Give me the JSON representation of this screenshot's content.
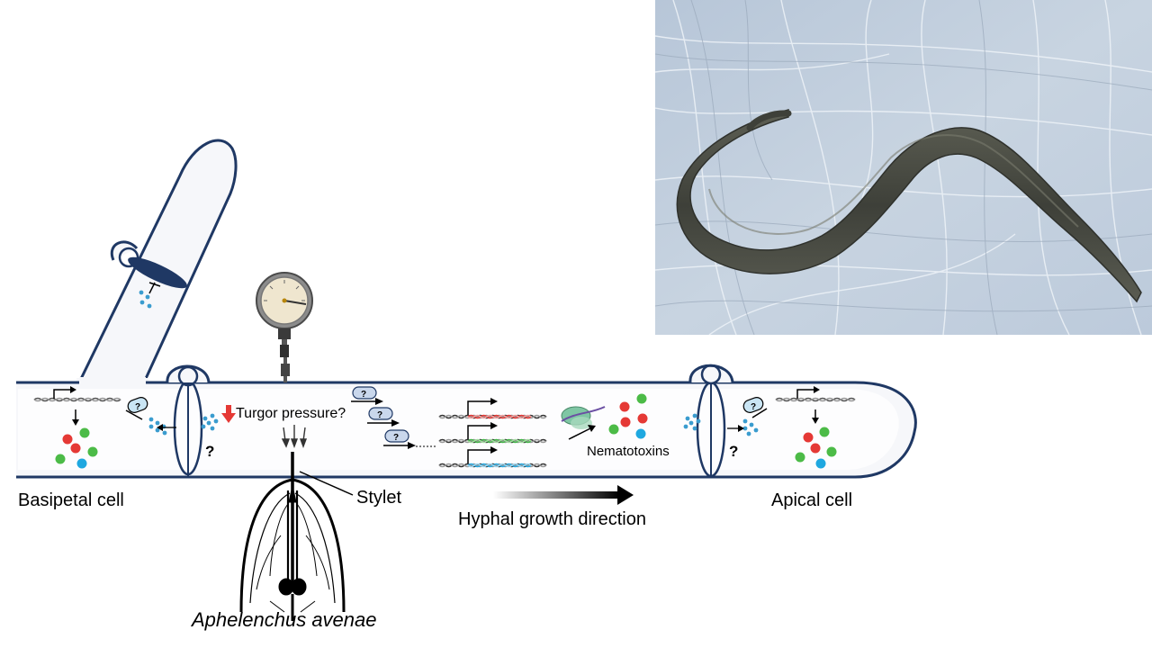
{
  "labels": {
    "basipetal_cell": "Basipetal cell",
    "apical_cell": "Apical cell",
    "stylet": "Stylet",
    "hyphal_growth": "Hyphal growth direction",
    "nematode_species": "Aphelenchus avenae",
    "turgor_pressure": "Turgor pressure?",
    "nematotoxins": "Nematotoxins",
    "question_mark": "?"
  },
  "colors": {
    "hypha_outline": "#1f3864",
    "toxin_red": "#e53935",
    "toxin_green": "#4cbb47",
    "toxin_blue": "#1fa8e0",
    "signal_dot": "#3a9ccf",
    "gene_red": "#e53935",
    "gene_green": "#43b649",
    "gene_blue": "#29a9e0",
    "arrow_down_red": "#e53935",
    "protein_fill": "#c9d7ec",
    "ribosome": "#7fc6a4"
  },
  "icons": {
    "pressure_gauge": "pressure-gauge-icon",
    "turgor_down_arrow": "red-down-arrow-icon",
    "nematode_head": "nematode-head-icon",
    "ribosome": "ribosome-icon",
    "unknown_protein": "unknown-protein-icon"
  }
}
